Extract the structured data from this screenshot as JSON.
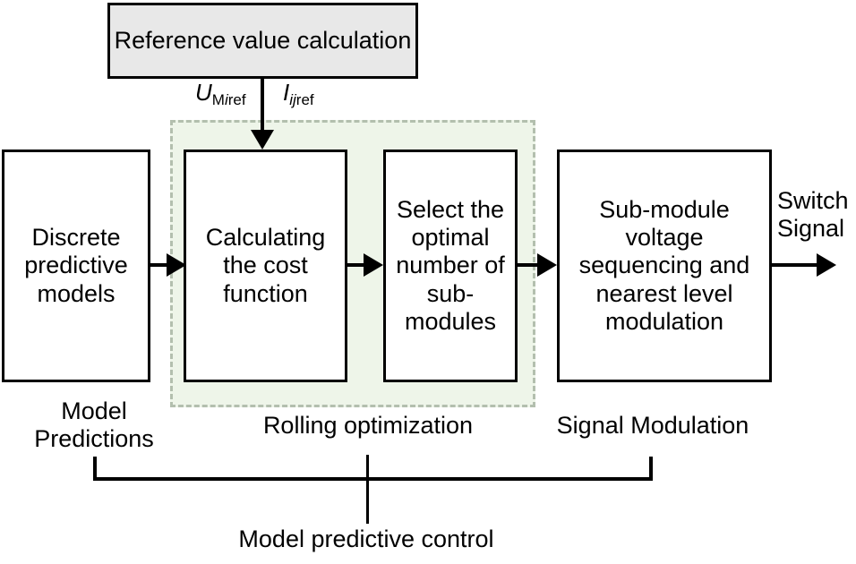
{
  "diagram": {
    "title": "Model predictive control block diagram",
    "colors": {
      "region_fill": "#eef5e9",
      "region_border": "#b3bfae",
      "shaded_box_fill": "#e8e8e8",
      "stroke": "#000000",
      "page_background": "#ffffff"
    },
    "blocks": {
      "reference": "Reference value\ncalculation",
      "discrete_models": "Discrete\npredictive\nmodels",
      "cost_function": "Calculating\nthe\ncost\nfunction",
      "select_submodules": "Select\nthe\noptimal\nnumber\nof sub-\nmodules",
      "modulation": "Sub-module\nvoltage\nsequencing and\nnearest level\nmodulation"
    },
    "signals": {
      "u_symbol": "U",
      "u_subscript_plain": "M",
      "u_subscript_italic": "i",
      "u_subscript_tail": "ref",
      "u_full": "UMiref",
      "i_symbol": "I",
      "i_subscript_italic": "ij",
      "i_subscript_tail": "ref",
      "i_full": "Iijref",
      "output": "Switch\nSignal"
    },
    "stage_labels": {
      "model_predictions": "Model\nPredictions",
      "rolling_optimization": "Rolling optimization",
      "signal_modulation": "Signal Modulation"
    },
    "summary_label": "Model predictive control"
  }
}
